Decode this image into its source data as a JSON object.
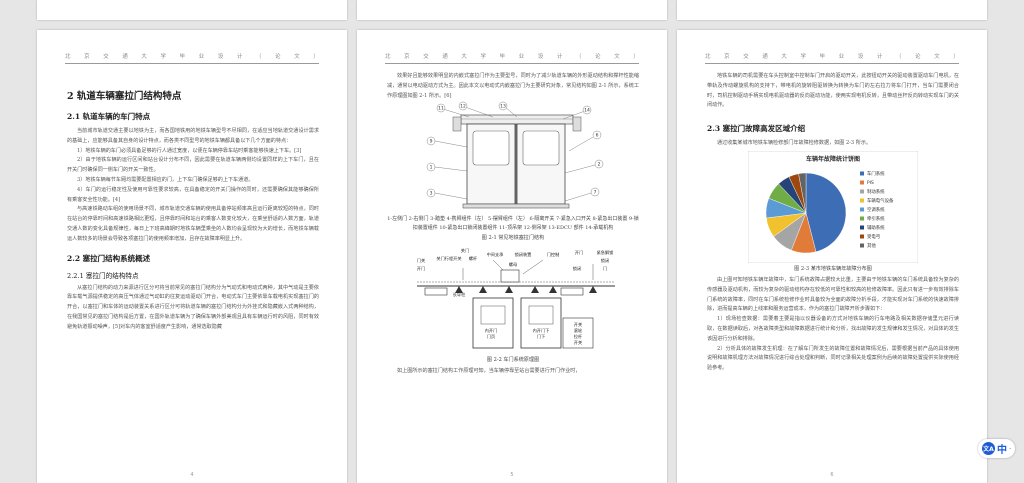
{
  "header_text": "北 京 交 通 大 学 毕 业 设 计 （ 论 文 ）",
  "translate": {
    "lang": "中",
    "more": "·"
  },
  "pages": [
    {
      "number": "4",
      "chapter_title": "2 轨道车辆塞拉门结构特点",
      "sec_2_1": "2.1 轨道车辆的车门特点",
      "p1": "当前城市轨道交通主要以地铁为主，而各国地铁用的地铁车辆型号不尽相同，在适应当地轨道交通设计需求的基础上，应能够具备其自身的设计特点，而各类不同型号的地铁车辆都具备以下几个方面的特点：",
      "p2": "1）地铁车辆的车门必须具备足够的行人通过宽度，以便在车辆停靠车站时乘客能够快速上下车。[3]",
      "p3": "2）由于地铁车辆的运行区间和站台设计分布不同，因此需要在轨道车辆两侧均设置同样的上下车门，且在开关门时确保同一侧车门的开关一致性。",
      "p4": "3）地铁车辆每节车厢均需要配置相应的门，上下车门确保足够的上下车通道。",
      "p5": "4）车门的运行稳定性及使用可靠性要求较高，在具备稳定的开关门操作的同时，还需要确保其能够确保所有乘客安全性功能。[4]",
      "p6": "与高速铁路动车组的使用场景不同，城市轨道交通车辆的使用具备停站频率高且运行距离较短的特点，同时在站台的停靠时间和高速铁路相比更短，且停靠时间和站台的乘客人数变化较大，在乘坐舒适的人数方面，轨道交通人数的变化具备规律性，每日上下班高峰期时地铁车辆里乘坐的人数均会呈现较为大的增长，而地铁车辆载运人数较多的场景会导致各项塞拉门的使用频率增加，且存在故障率明显上升。",
      "sec_2_2": "2.2 塞拉门结构系统概述",
      "sec_2_2_1": "2.2.1 塞拉门的结构特点",
      "p7": "从塞拉门结构的动力来源进行区分可将当前常见的塞拉门结构分为气动式和电动式两种，其中气动是主要依靠车载气源提供稳定的高压气体通过气动缸的往复运动驱动门开合，电动式车门主要依靠车载电机实现塞拉门的开合，以塞拉门和车体的运动装置关系进行区分可将轨道车辆的塞拉门结构分为外挂式和隐藏嵌入式两种结构，在我国常见的塞拉门结构是后方置，在国外轨道车辆为了确保车辆外部美观且具有车辆运行时的风阻，同时有效避免轨道振动噪声，[5]对车内的客室舒适度产生影响，通常选取隐藏"
    },
    {
      "number": "5",
      "p1": "效果好且能够效果明显的内嵌式塞拉门作为主要型号，同时为了减少轨道车辆的外形驱动结构和撑杆性能缩减，通常以电动驱动方式为主。因此本文以电动式内嵌塞拉门为主要研究对象，常见结构如图 2-1 所示，系统工作原理图如图 2-1 所示。[6]",
      "fig1_callouts": [
        "1",
        "2",
        "3",
        "4",
        "5",
        "6",
        "7",
        "8",
        "9",
        "10",
        "11",
        "12",
        "13",
        "14"
      ],
      "fig1_legend": "1-左侧门 2-右侧门 3-踏垫 4-携臂组件（左） 5-摆臂组件（左） 6-隔离开关 7-紧急入口开关 8-紧急出口装置 9-锁扣装置组件 10-紧急出口锁闭装置组件 11-顶吊架 12-侧吊架 13-EDCU 部件 14-承载机构",
      "fig1_caption": "图 2-1 常见地铁塞拉门结构",
      "fig2_labels": [
        "关门",
        "门关",
        "关门行程开关",
        "螺杆",
        "中间支承",
        "锁闭装置",
        "门控制",
        "开门",
        "紧急解锁",
        "螺母",
        "长导柱",
        "锁闭",
        "门",
        "内开门",
        "门页",
        "内开门下",
        "门下",
        "开关",
        "滚轮",
        "拉杆",
        "开关",
        "锁闭",
        "开门"
      ],
      "fig2_caption": "图 2-2 车门系统原理图",
      "p2": "如上图所示的塞拉门结构工作原理可知，当车辆停靠至站台需要进行开门作业时，"
    },
    {
      "number": "6",
      "p1": "地铁车辆的司机需要在车头控制室中控制车门开启的驱动开关，此按钮动开关的驱动装置驱动车门电机，在带轨及传动螺旋机构的支持下，带电机的旋转阻驱转换为转换为车门的左右拉力将车门打开，当车门需要闭合时，司机控制驱动手柄实现电机驱动器的反向驱动功能，使两实现电机反转，且带动丝杆反向转动实现车门的关闭动作。",
      "sec_2_3": "2.3 塞拉门故障高发区域介绍",
      "p2": "通过收集某城市地铁车辆检修部门年故障检修数据，如图 2-3 所示。",
      "fig3_caption": "图 2-3 某市地铁车辆年故障分布图",
      "p3": "由上图可知地铁车辆年故障中，车门系统故障占据较大比重，主要由于地铁车辆的车门系统具备较为复杂的传感器及驱动机构，而较为复杂的驱动结构存在较低的可靠性和较高的检修故障率。因此只有进一步有效排除车门系统的故障率，同时在车门系统检修作业时具备较为全面的故障分析手段，才能实现对车门系统的快速故障排除，进而提高车辆的上线率和服务运营成本，作为的塞拉门故障开析步骤如下：",
      "p4": "1）现场检查数据：需要着主要是指以仪器设备的方式对地铁车辆的行车电路及相关数据存储里元进行读取，在数据读取后，对各故障类型和故障数据进行统计和分析，找出故障的发生规律和发生情况，对具体的发生该因进行分析和排除。",
      "p5": "2）分析具体的故障发生机理：在了解车门所发生的故障位置和故障情况后，需要根据当前产品的具体使用说明和故障机理方法对故障情况进行综合处理和判断，同时记录相关处理案例为后续的故障处置提供实际使用经验参考。"
    }
  ],
  "chart_data": {
    "type": "pie",
    "title": "车辆年故障统计饼图",
    "categories": [
      "车门系统",
      "PIS",
      "制动系统",
      "车辆电气设备",
      "空调系统",
      "牵引系统",
      "辅助系统",
      "受电弓",
      "其他"
    ],
    "values": [
      46,
      10,
      9,
      8,
      8,
      7,
      5,
      4,
      3
    ],
    "legend": "right",
    "colors": [
      "#3d6db5",
      "#e07b39",
      "#a5a5a5",
      "#f2c12e",
      "#5b9bd5",
      "#70ad47",
      "#264478",
      "#9e480e",
      "#636363"
    ]
  }
}
